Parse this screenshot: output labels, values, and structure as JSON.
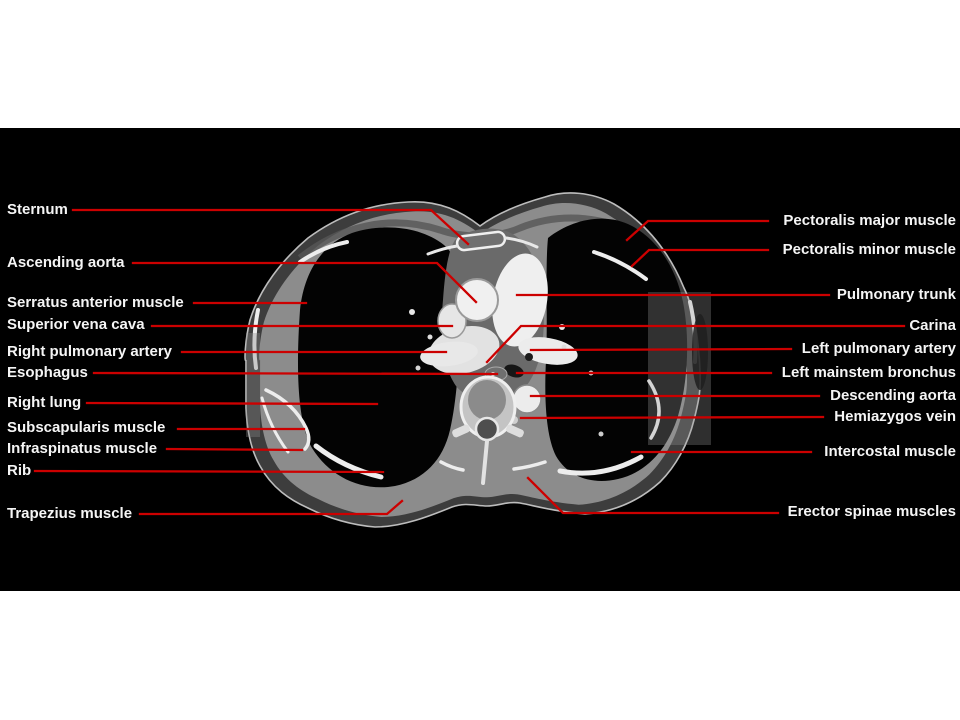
{
  "figure": {
    "description": "Axial contrast-enhanced chest CT slice at the level of the pulmonary trunk with labeled anatomy",
    "panel_background": "#000000",
    "page_background": "#ffffff"
  },
  "colors": {
    "leader_line": "#cc0000",
    "label_text": "#f5f5f5"
  },
  "labels": {
    "left": [
      "Sternum",
      "Ascending aorta",
      "Serratus anterior muscle",
      "Superior vena cava",
      "Right pulmonary artery",
      "Esophagus",
      "Right lung",
      "Subscapularis muscle",
      "Infraspinatus muscle",
      "Rib",
      "Trapezius muscle"
    ],
    "right": [
      "Pectoralis major muscle",
      "Pectoralis minor muscle",
      "Pulmonary trunk",
      "Carina",
      "Left pulmonary artery",
      "Left mainstem bronchus",
      "Descending aorta",
      "Hemiazygos vein",
      "Intercostal muscle",
      "Erector spinae muscles"
    ]
  }
}
